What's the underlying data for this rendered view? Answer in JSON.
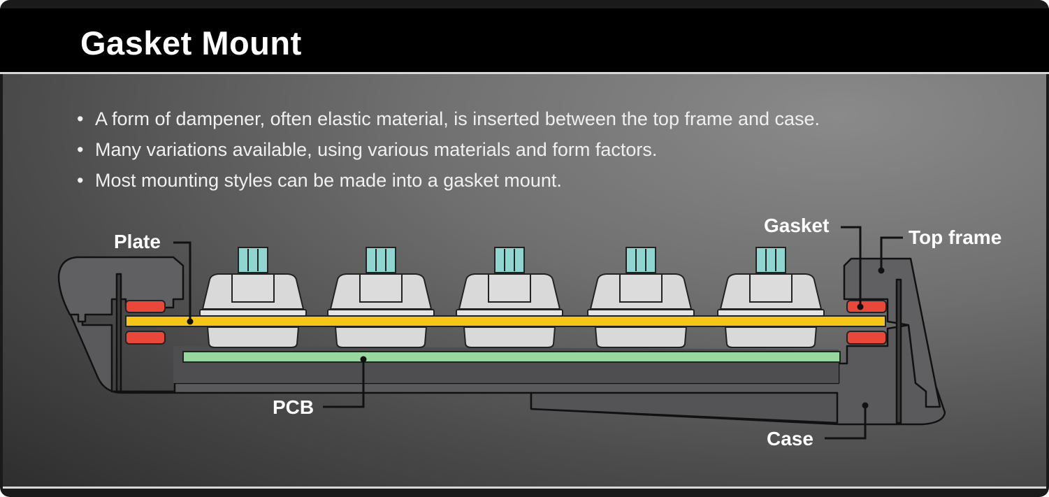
{
  "title": "Gasket Mount",
  "bullets": [
    "A form of dampener, often elastic material, is inserted between the top frame and case.",
    "Many variations available, using various materials and form factors.",
    "Most mounting styles can be made into a gasket mount."
  ],
  "labels": {
    "plate": "Plate",
    "pcb": "PCB",
    "gasket": "Gasket",
    "top_frame": "Top frame",
    "case": "Case"
  },
  "colors": {
    "plate": "#f5c518",
    "pcb": "#98d8a0",
    "gasket": "#e8473a",
    "stem": "#8fd6d0",
    "housing": "#d9d9d9",
    "case": "#5c5c5e"
  }
}
